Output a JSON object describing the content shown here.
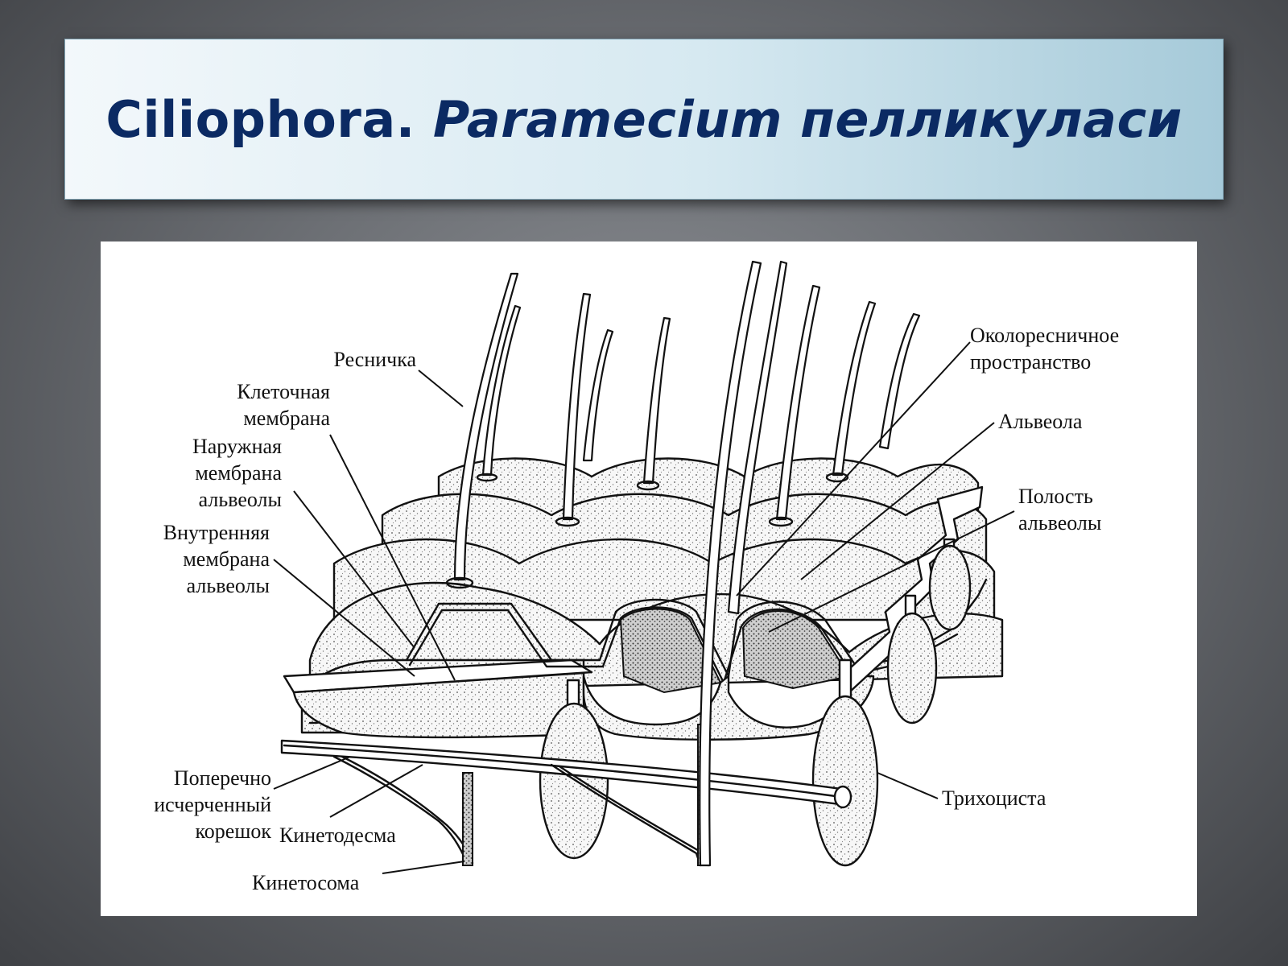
{
  "title": {
    "plain": "Ciliophora.",
    "italic": "Paramecium пелликуласи"
  },
  "labels": {
    "cilium": "Ресничка",
    "cell_membrane": [
      "Клеточная",
      "мембрана"
    ],
    "outer_membrane": [
      "Наружная",
      "мембрана",
      "альвеолы"
    ],
    "inner_membrane": [
      "Внутренняя",
      "мембрана",
      "альвеолы"
    ],
    "pericilium": [
      "Околоресничное",
      "пространство"
    ],
    "alveolus": "Альвеола",
    "alveolus_cavity": [
      "Полость",
      "альвеолы"
    ],
    "root": [
      "Поперечно",
      "исчерченный",
      "корешок"
    ],
    "kinetodesma": "Кинетодесма",
    "kinetosome": "Кинетосома",
    "trichocyst": "Трихоциста"
  },
  "colors": {
    "title_text": "#0b2a63",
    "banner_light": "#f3f8fb",
    "banner_dark": "#a6cad9"
  }
}
